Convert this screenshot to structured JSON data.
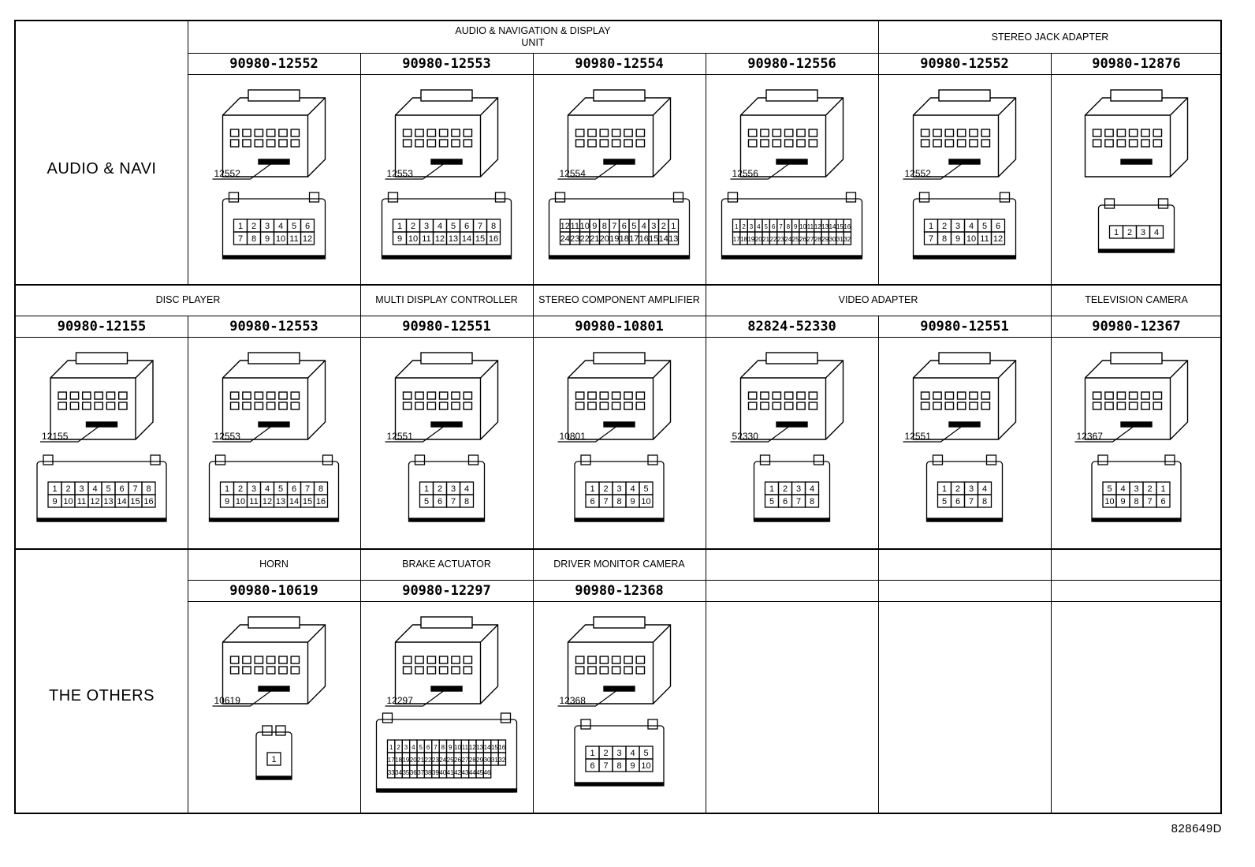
{
  "drawing_code": "828649D",
  "sections": [
    {
      "label": "AUDIO & NAVI",
      "headers": [
        {
          "text": "AUDIO & NAVIGATION & DISPLAY\nUNIT",
          "span": 4
        },
        {
          "text": "STEREO JACK ADAPTER",
          "span": 2
        }
      ],
      "items": [
        {
          "part_number": "90980-12552",
          "callout": "12552",
          "pins": [
            "1",
            "2",
            "3",
            "4",
            "5",
            "6",
            "7",
            "8",
            "9",
            "10",
            "11",
            "12"
          ],
          "rows": 2
        },
        {
          "part_number": "90980-12553",
          "callout": "12553",
          "pins": [
            "1",
            "2",
            "3",
            "4",
            "5",
            "6",
            "7",
            "8",
            "9",
            "10",
            "11",
            "12",
            "13",
            "14",
            "15",
            "16"
          ],
          "rows": 2
        },
        {
          "part_number": "90980-12554",
          "callout": "12554",
          "pins": [
            "12",
            "11",
            "10",
            "9",
            "8",
            "7",
            "6",
            "5",
            "4",
            "3",
            "2",
            "1",
            "24",
            "23",
            "22",
            "21",
            "20",
            "19",
            "18",
            "17",
            "16",
            "15",
            "14",
            "13"
          ],
          "rows": 2
        },
        {
          "part_number": "90980-12556",
          "callout": "12556",
          "pins": [
            "1",
            "2",
            "3",
            "4",
            "5",
            "6",
            "7",
            "8",
            "9",
            "10",
            "11",
            "12",
            "13",
            "14",
            "15",
            "16",
            "17",
            "18",
            "19",
            "20",
            "21",
            "22",
            "23",
            "24",
            "25",
            "26",
            "27",
            "28",
            "29",
            "30",
            "31",
            "32"
          ],
          "rows": 2
        },
        {
          "part_number": "90980-12552",
          "callout": "12552",
          "pins": [
            "1",
            "2",
            "3",
            "4",
            "5",
            "6",
            "7",
            "8",
            "9",
            "10",
            "11",
            "12"
          ],
          "rows": 2
        },
        {
          "part_number": "90980-12876",
          "callout": "",
          "pins": [
            "1",
            "2",
            "3",
            "4"
          ],
          "rows": 1
        }
      ]
    },
    {
      "label": "",
      "headers": [
        {
          "text": "DISC PLAYER",
          "span": 2
        },
        {
          "text": "MULTI DISPLAY CONTROLLER",
          "span": 1
        },
        {
          "text": "STEREO COMPONENT AMPLIFIER",
          "span": 1
        },
        {
          "text": "VIDEO ADAPTER",
          "span": 2
        },
        {
          "text": "TELEVISION CAMERA",
          "span": 1
        }
      ],
      "items": [
        {
          "part_number": "90980-12155",
          "callout": "12155",
          "pins": [
            "1",
            "2",
            "3",
            "4",
            "5",
            "6",
            "7",
            "8",
            "9",
            "10",
            "11",
            "12",
            "13",
            "14",
            "15",
            "16"
          ],
          "rows": 2
        },
        {
          "part_number": "90980-12553",
          "callout": "12553",
          "pins": [
            "1",
            "2",
            "3",
            "4",
            "5",
            "6",
            "7",
            "8",
            "9",
            "10",
            "11",
            "12",
            "13",
            "14",
            "15",
            "16"
          ],
          "rows": 2
        },
        {
          "part_number": "90980-12551",
          "callout": "12551",
          "pins": [
            "1",
            "2",
            "3",
            "4",
            "5",
            "6",
            "7",
            "8"
          ],
          "rows": 2
        },
        {
          "part_number": "90980-10801",
          "callout": "10801",
          "pins": [
            "1",
            "2",
            "3",
            "4",
            "5",
            "6",
            "7",
            "8",
            "9",
            "10"
          ],
          "rows": 2
        },
        {
          "part_number": "82824-52330",
          "callout": "52330",
          "pins": [
            "1",
            "2",
            "3",
            "4",
            "5",
            "6",
            "7",
            "8"
          ],
          "rows": 2
        },
        {
          "part_number": "90980-12551",
          "callout": "12551",
          "pins": [
            "1",
            "2",
            "3",
            "4",
            "5",
            "6",
            "7",
            "8"
          ],
          "rows": 2
        },
        {
          "part_number": "90980-12367",
          "callout": "12367",
          "pins": [
            "5",
            "4",
            "3",
            "2",
            "1",
            "10",
            "9",
            "8",
            "7",
            "6"
          ],
          "rows": 2
        }
      ]
    },
    {
      "label": "THE OTHERS",
      "headers": [
        {
          "text": "HORN",
          "span": 1
        },
        {
          "text": "BRAKE ACTUATOR",
          "span": 1
        },
        {
          "text": "DRIVER MONITOR CAMERA",
          "span": 1
        },
        {
          "text": "",
          "span": 1
        },
        {
          "text": "",
          "span": 1
        },
        {
          "text": "",
          "span": 1
        }
      ],
      "items": [
        {
          "part_number": "90980-10619",
          "callout": "10619",
          "pins": [
            "1"
          ],
          "rows": 1
        },
        {
          "part_number": "90980-12297",
          "callout": "12297",
          "pins": [
            "1",
            "2",
            "3",
            "4",
            "5",
            "6",
            "7",
            "8",
            "9",
            "10",
            "11",
            "12",
            "13",
            "14",
            "15",
            "16",
            "17",
            "18",
            "19",
            "20",
            "21",
            "22",
            "23",
            "24",
            "25",
            "26",
            "27",
            "28",
            "29",
            "30",
            "31",
            "32",
            "33",
            "34",
            "35",
            "36",
            "37",
            "38",
            "39",
            "40",
            "41",
            "42",
            "43",
            "44",
            "45",
            "46"
          ],
          "rows": 3
        },
        {
          "part_number": "90980-12368",
          "callout": "12368",
          "pins": [
            "1",
            "2",
            "3",
            "4",
            "5",
            "6",
            "7",
            "8",
            "9",
            "10"
          ],
          "rows": 2
        },
        {
          "part_number": "",
          "callout": "",
          "pins": [],
          "rows": 0
        },
        {
          "part_number": "",
          "callout": "",
          "pins": [],
          "rows": 0
        },
        {
          "part_number": "",
          "callout": "",
          "pins": [],
          "rows": 0
        }
      ]
    }
  ]
}
